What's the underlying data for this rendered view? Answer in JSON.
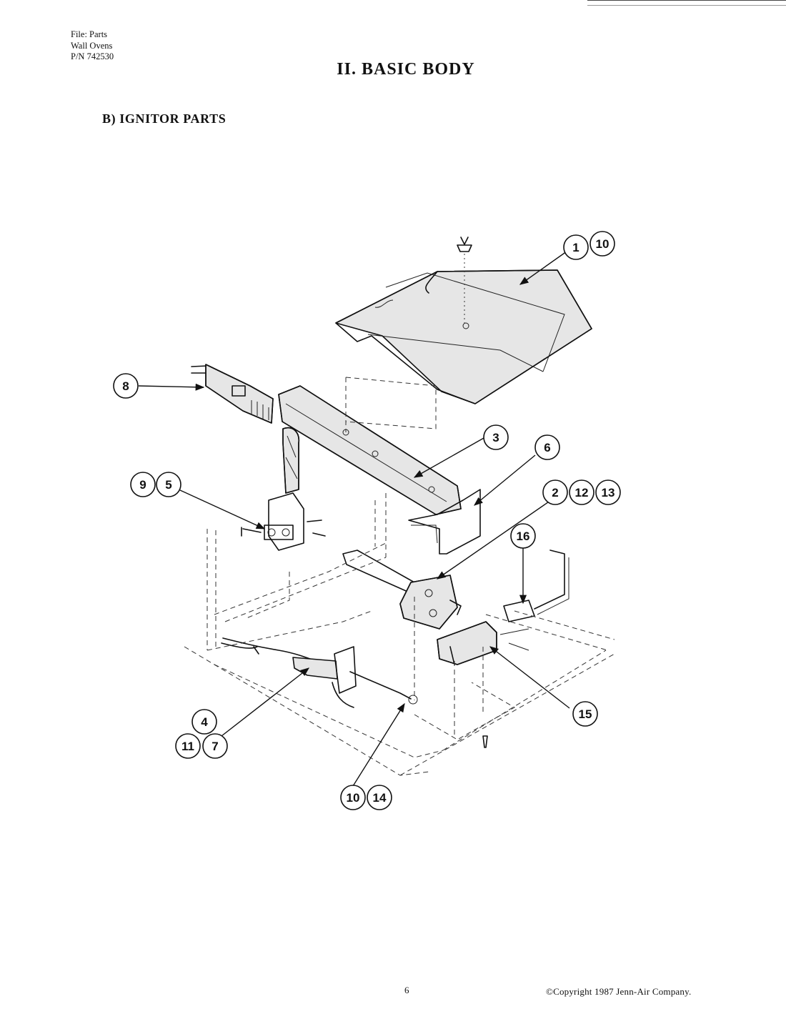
{
  "header": {
    "file_line": "File: Parts",
    "product_line": "Wall Ovens",
    "part_number_line": "P/N 742530"
  },
  "title": "II. BASIC BODY",
  "subtitle": "B) IGNITOR PARTS",
  "callouts": {
    "c1": "1",
    "c10a": "10",
    "c8": "8",
    "c3": "3",
    "c6": "6",
    "c9": "9",
    "c5": "5",
    "c2": "2",
    "c12": "12",
    "c13": "13",
    "c16": "16",
    "c4": "4",
    "c11": "11",
    "c7": "7",
    "c15": "15",
    "c10b": "10",
    "c14": "14"
  },
  "footer": {
    "page_number": "6",
    "copyright": "©Copyright 1987 Jenn-Air Company."
  }
}
